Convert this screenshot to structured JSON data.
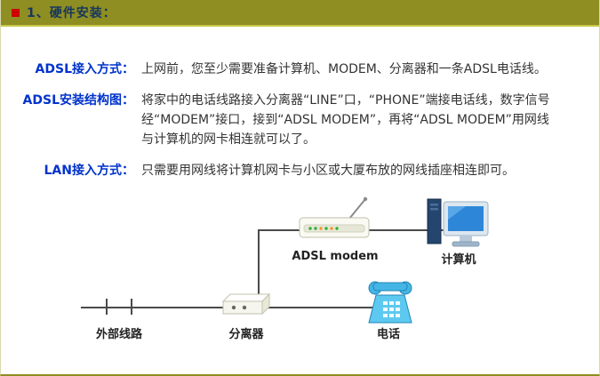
{
  "header": {
    "title": "1、硬件安装："
  },
  "sections": [
    {
      "label": "ADSL接入方式：",
      "text": "上网前，您至少需要准备计算机、MODEM、分离器和一条ADSL电话线。"
    },
    {
      "label": "ADSL安装结构图：",
      "text": "将家中的电话线路接入分离器“LINE”口，“PHONE”端接电话线，数字信号经“MODEM”接口，接到“ADSL MODEM”，再将“ADSL MODEM”用网线与计算机的网卡相连就可以了。"
    },
    {
      "label": "LAN接入方式：",
      "text": "只需要用网线将计算机网卡与小区或大厦布放的网线插座相连即可。"
    }
  ],
  "diagram": {
    "labels": {
      "modem": "ADSL modem",
      "computer": "计算机",
      "external_line": "外部线路",
      "splitter": "分离器",
      "phone": "电话"
    }
  },
  "colors": {
    "header_bg": "#8e8e22",
    "header_underline": "#c6c645",
    "header_text": "#17365d",
    "bullet_red": "#cc0000",
    "label_blue": "#0033cc",
    "body_text": "#333333",
    "diagram_line": "#4a4a4a",
    "phone_blue": "#5ec9f0",
    "screen_blue": "#2e86d8"
  }
}
